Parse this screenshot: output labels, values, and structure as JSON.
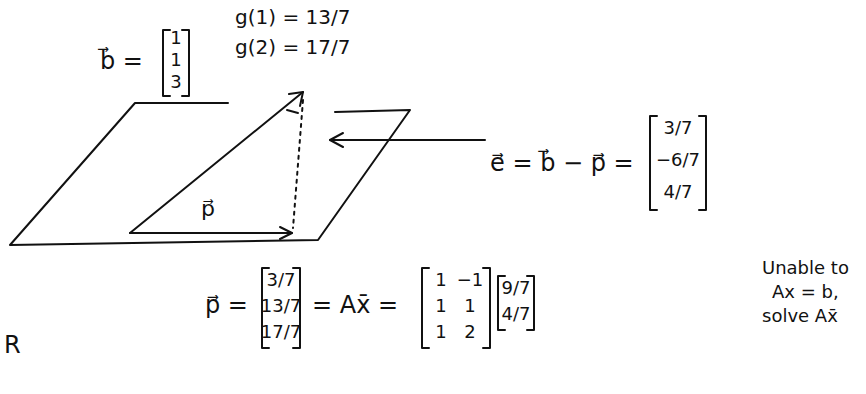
{
  "diagram": {
    "labels": [
      "b⃗ =",
      "1",
      "1",
      "3",
      "g(1) = 13/7",
      "g(2) = 17/7",
      "p⃗",
      "e⃗ = b⃗ − p⃗ =",
      "3/7",
      "−6/7",
      "4/7",
      "Unable to",
      "Ax = b,",
      "solve Ax̄",
      "p⃗ =",
      "3/7",
      "13/7",
      "17/7",
      "= Ax̄ =",
      "1",
      "−1",
      "1",
      "1",
      "1",
      "2",
      "9/7",
      "4/7",
      "R"
    ]
  }
}
